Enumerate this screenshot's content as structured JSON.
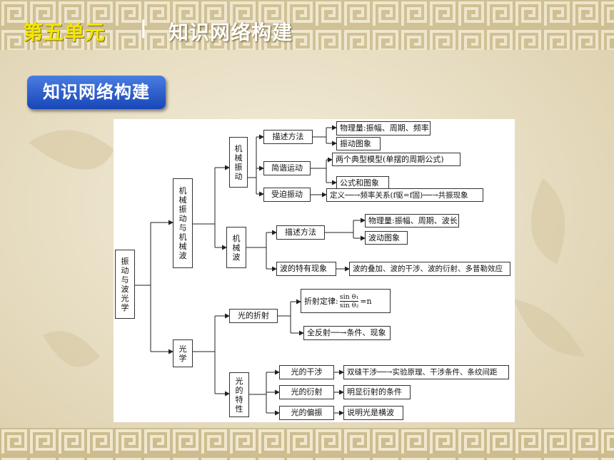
{
  "header": {
    "unit": "第五单元",
    "separator": "|",
    "title": "知识网络构建"
  },
  "badge": {
    "label": "知识网络构建"
  },
  "diagram": {
    "root": "振动与波　光学",
    "mech_wave": "机械振动与机械波",
    "optics": "光学",
    "mech_vib": "机械振动",
    "mech_wave_sub": "机械波",
    "describe1": "描述方法",
    "shm": "简谐运动",
    "forced": "受迫振动",
    "physq1": "物理量:振幅、周期、频率",
    "vib_graph": "振动图象",
    "two_models": "两个典型模型(单摆的周期公式)",
    "formula_graph": "公式和图象",
    "def_chain": "定义──→频率关系(f驱=f固)──→共振现象",
    "describe2": "描述方法",
    "physq2": "物理量:振幅、周期、波长",
    "wave_graph": "波动图象",
    "wave_special": "波的特有现象",
    "wave_phenom": "波的叠加、波的干涉、波的衍射、多普勒效应",
    "refraction": "光的折射",
    "refr_law_prefix": "折射定律:",
    "refr_num": "sin θ₁",
    "refr_den": "sin θ₂",
    "refr_eq": "=n",
    "total_refl": "全反射──→条件、现象",
    "light_char": "光的特性",
    "interference": "光的干涉",
    "interf_desc": "双缝干涉──→实验原理、干涉条件、条纹间距",
    "diffraction": "光的衍射",
    "diff_desc": "明显衍射的条件",
    "polarization": "光的偏振",
    "pol_desc": "说明光是横波"
  }
}
